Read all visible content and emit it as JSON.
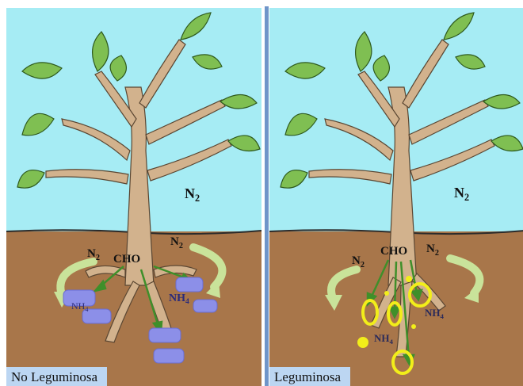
{
  "panels": [
    {
      "caption": "No Leguminosa",
      "sky_label": {
        "base": "N",
        "sub": "2"
      },
      "n2_left": {
        "base": "N",
        "sub": "2"
      },
      "n2_right": {
        "base": "N",
        "sub": "2"
      },
      "cho": "CHO",
      "nh4_left": {
        "base": "NH",
        "sub": "4"
      },
      "nh4_right": {
        "base": "NH",
        "sub": "4"
      }
    },
    {
      "caption": "Leguminosa",
      "sky_label": {
        "base": "N",
        "sub": "2"
      },
      "n2_left": {
        "base": "N",
        "sub": "2"
      },
      "n2_right": {
        "base": "N",
        "sub": "2"
      },
      "cho": "CHO",
      "nh4_left": {
        "base": "NH",
        "sub": "4"
      },
      "nh4_right": {
        "base": "NH",
        "sub": "4"
      }
    }
  ],
  "colors": {
    "sky": "#a6ecf4",
    "soil": "#a8764a",
    "trunk": "#d2b28d",
    "leaf": "#7fbf52",
    "arrow_green": "#3f8f2a",
    "curve_arrow": "#c9e39a",
    "blob": "#8c8fe8",
    "nodule": "#f2ee1a"
  }
}
